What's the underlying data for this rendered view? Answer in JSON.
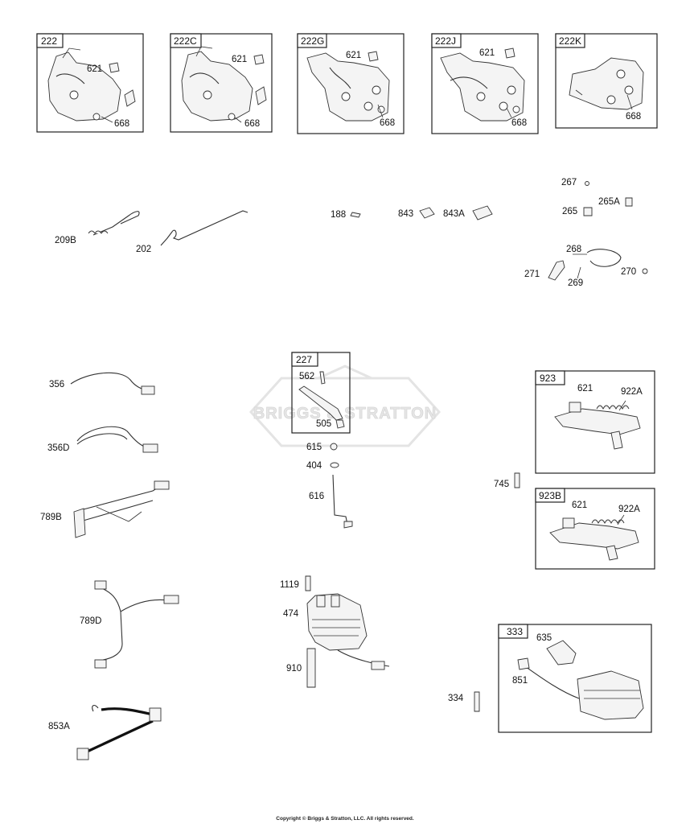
{
  "kit_boxes": [
    {
      "title": "222",
      "parts": [
        "621",
        "668"
      ]
    },
    {
      "title": "222C",
      "parts": [
        "621",
        "668"
      ]
    },
    {
      "title": "222G",
      "parts": [
        "621",
        "668"
      ]
    },
    {
      "title": "222J",
      "parts": [
        "621",
        "668"
      ]
    },
    {
      "title": "222K",
      "parts": [
        "668"
      ]
    },
    {
      "title": "227",
      "parts": [
        "562",
        "505"
      ]
    },
    {
      "title": "923",
      "parts": [
        "621",
        "922A"
      ]
    },
    {
      "title": "923B",
      "parts": [
        "621",
        "922A"
      ]
    },
    {
      "title": "333",
      "parts": [
        "635",
        "851"
      ]
    }
  ],
  "part_labels": {
    "p209B": "209B",
    "p202": "202",
    "p188": "188",
    "p843": "843",
    "p843A": "843A",
    "p267": "267",
    "p265A": "265A",
    "p265": "265",
    "p268": "268",
    "p271": "271",
    "p269": "269",
    "p270": "270",
    "p356": "356",
    "p356D": "356D",
    "p789B": "789B",
    "p789D": "789D",
    "p853A": "853A",
    "p615": "615",
    "p404": "404",
    "p616": "616",
    "p1119": "1119",
    "p474": "474",
    "p910": "910",
    "p745": "745",
    "p334": "334"
  },
  "watermark": "BRIGGS & STRATTON",
  "copyright": "Copyright © Briggs & Stratton, LLC. All rights reserved."
}
